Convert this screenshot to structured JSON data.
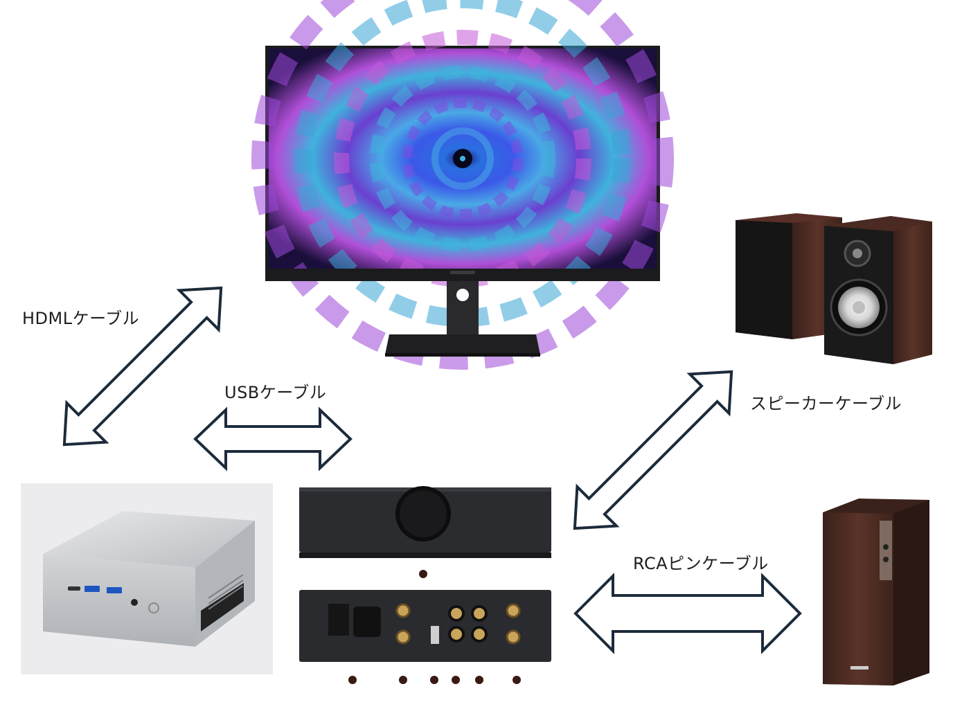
{
  "labels": {
    "hdmi": "HDMLケーブル",
    "usb": "USBケーブル",
    "speaker": "スピーカーケーブル",
    "rca": "RCAピンケーブル"
  },
  "colors": {
    "arrow_stroke": "#1c2b3a",
    "text": "#1e1e1e",
    "monitor_bezel": "#1b1b1d",
    "monitor_screen_base": "#1e3aa8",
    "kaleido_purple": "#8a3fd0",
    "kaleido_cyan": "#3fb3dc",
    "kaleido_pink": "#d86ad8",
    "pc_silver": "#c9cbce",
    "amp_body": "#2b2c30",
    "speaker_wood": "#4a2a22"
  },
  "icons": [
    "monitor-icon",
    "mini-pc-icon",
    "amplifier-icon",
    "bookshelf-speakers-icon",
    "tower-speaker-icon"
  ]
}
